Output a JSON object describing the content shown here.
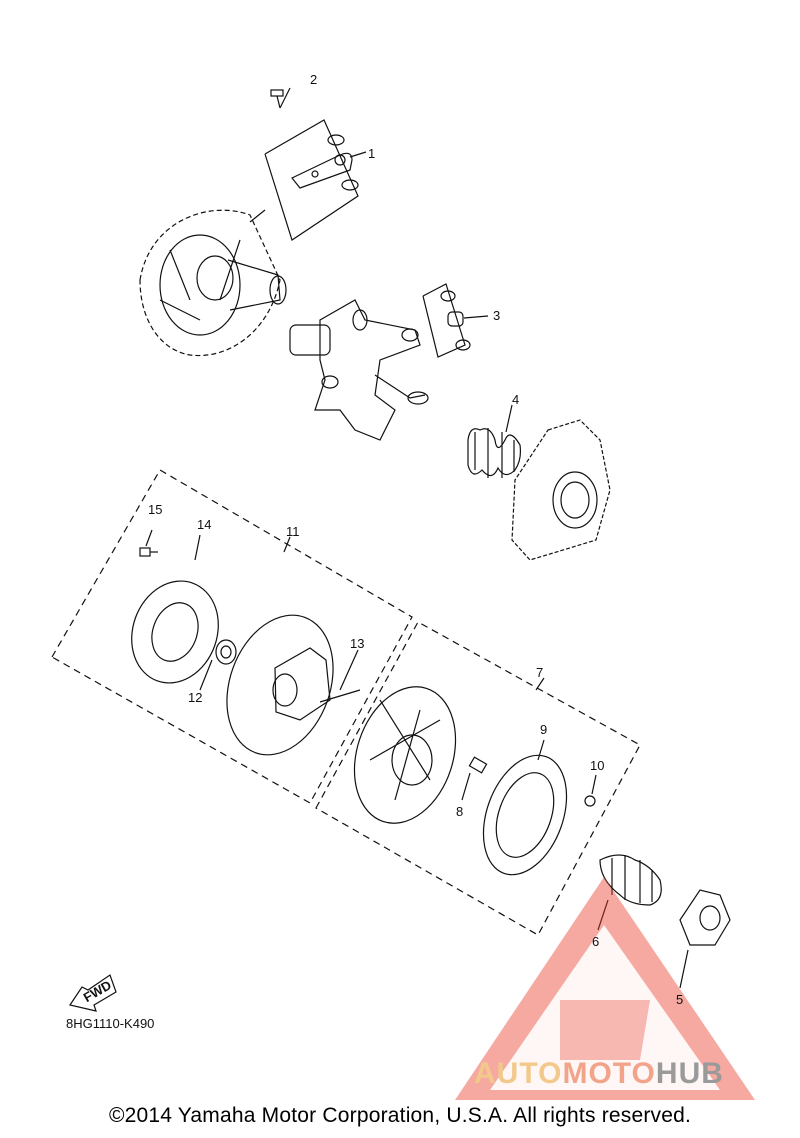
{
  "callouts": [
    {
      "id": "1",
      "label": "1"
    },
    {
      "id": "2",
      "label": "2"
    },
    {
      "id": "3",
      "label": "3"
    },
    {
      "id": "4",
      "label": "4"
    },
    {
      "id": "5",
      "label": "5"
    },
    {
      "id": "6",
      "label": "6"
    },
    {
      "id": "7",
      "label": "7"
    },
    {
      "id": "8",
      "label": "8"
    },
    {
      "id": "9",
      "label": "9"
    },
    {
      "id": "10",
      "label": "10"
    },
    {
      "id": "11",
      "label": "11"
    },
    {
      "id": "12",
      "label": "12"
    },
    {
      "id": "13",
      "label": "13"
    },
    {
      "id": "14",
      "label": "14"
    },
    {
      "id": "15",
      "label": "15"
    }
  ],
  "fwd_label": "FWD",
  "diagram_code": "8HG1110-K490",
  "watermark": {
    "part1": "AUTO",
    "part2": "MOTO",
    "part3": "HUB",
    "color_triangle": "#e8412f"
  },
  "copyright": "©2014 Yamaha Motor Corporation, U.S.A. All rights reserved."
}
